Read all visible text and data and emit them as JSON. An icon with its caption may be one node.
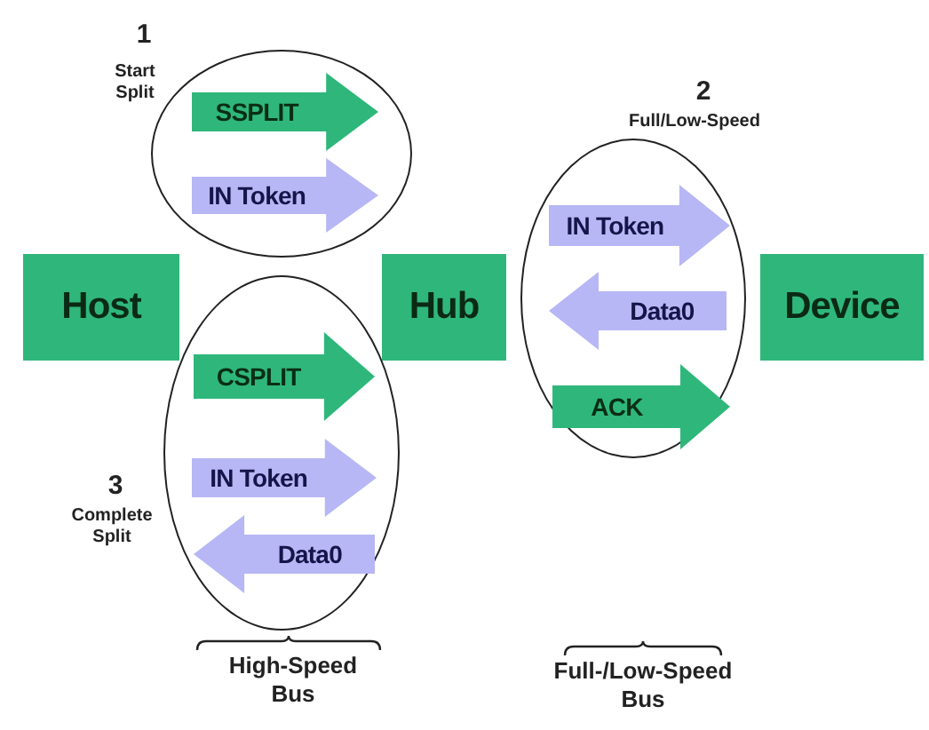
{
  "diagram": {
    "nodes": [
      {
        "text": [],
        "shape": "ellipse",
        "beside": [
          "1",
          "Start Split"
        ]
      },
      {
        "text": [
          "SSPLIT"
        ],
        "in": 0
      },
      {
        "text": [
          "IN Token"
        ],
        "in": 0
      },
      {
        "text": [],
        "shape": "ellipse",
        "beside": [
          "2",
          "Full/Low-Speed"
        ]
      },
      {
        "text": [
          "IN Token"
        ],
        "in": 3
      },
      {
        "text": [
          "Data0"
        ],
        "in": 3
      },
      {
        "text": [
          "ACK"
        ],
        "in": 3
      },
      {
        "text": [
          "Host"
        ]
      },
      {
        "text": [
          "Hub"
        ]
      },
      {
        "text": [
          "Device"
        ]
      },
      {
        "text": [],
        "shape": "ellipse",
        "beside": [
          "3",
          "Complete Split"
        ]
      },
      {
        "text": [
          "CSPLIT"
        ],
        "in": 10
      },
      {
        "text": [
          "IN Token"
        ],
        "in": 10
      },
      {
        "text": [
          "Data0"
        ],
        "in": 10
      }
    ],
    "labels": [
      "High-Speed Bus",
      "Full-/Low-Speed Bus"
    ]
  }
}
